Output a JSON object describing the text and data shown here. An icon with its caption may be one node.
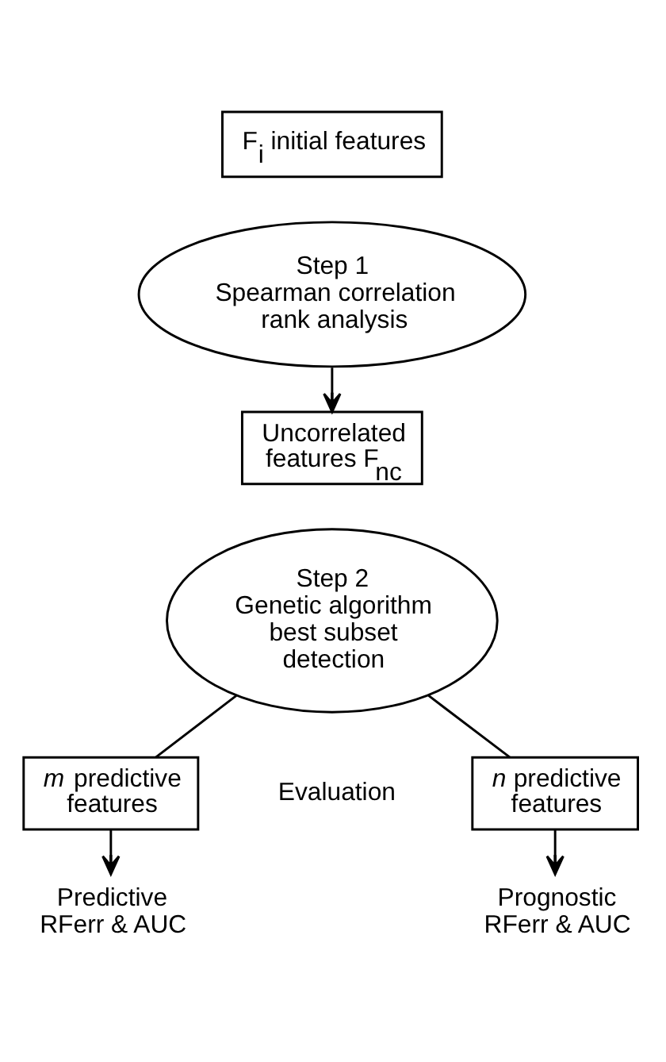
{
  "diagram": {
    "nodes": [
      {
        "text": [
          "F$_{i}$ initial features"
        ]
      },
      {
        "text": [
          "Step 1",
          "Spearman correlation rank analysis"
        ]
      },
      {
        "text": [
          "Uncorrelated features F$_{nc}$"
        ]
      },
      {
        "text": [
          "Step 2",
          "Genetic algorithm best subset detection"
        ]
      },
      {
        "text": [
          "*m* predictive features"
        ]
      },
      {
        "text": [
          "*n* predictive features"
        ]
      },
      {
        "text": [
          "Predictive RFerr & AUC"
        ]
      },
      {
        "text": [
          "Prognostic RFerr & AUC"
        ]
      }
    ],
    "edges": [
      {
        "from": 1,
        "to": 2,
        "arrow": "to"
      },
      {
        "from": 3,
        "to": 4,
        "arrow": "none"
      },
      {
        "from": 3,
        "to": 5,
        "arrow": "none"
      },
      {
        "from": 4,
        "to": 6,
        "arrow": "to"
      },
      {
        "from": 5,
        "to": 7,
        "arrow": "to"
      }
    ],
    "labels": [
      "Evaluation"
    ]
  }
}
